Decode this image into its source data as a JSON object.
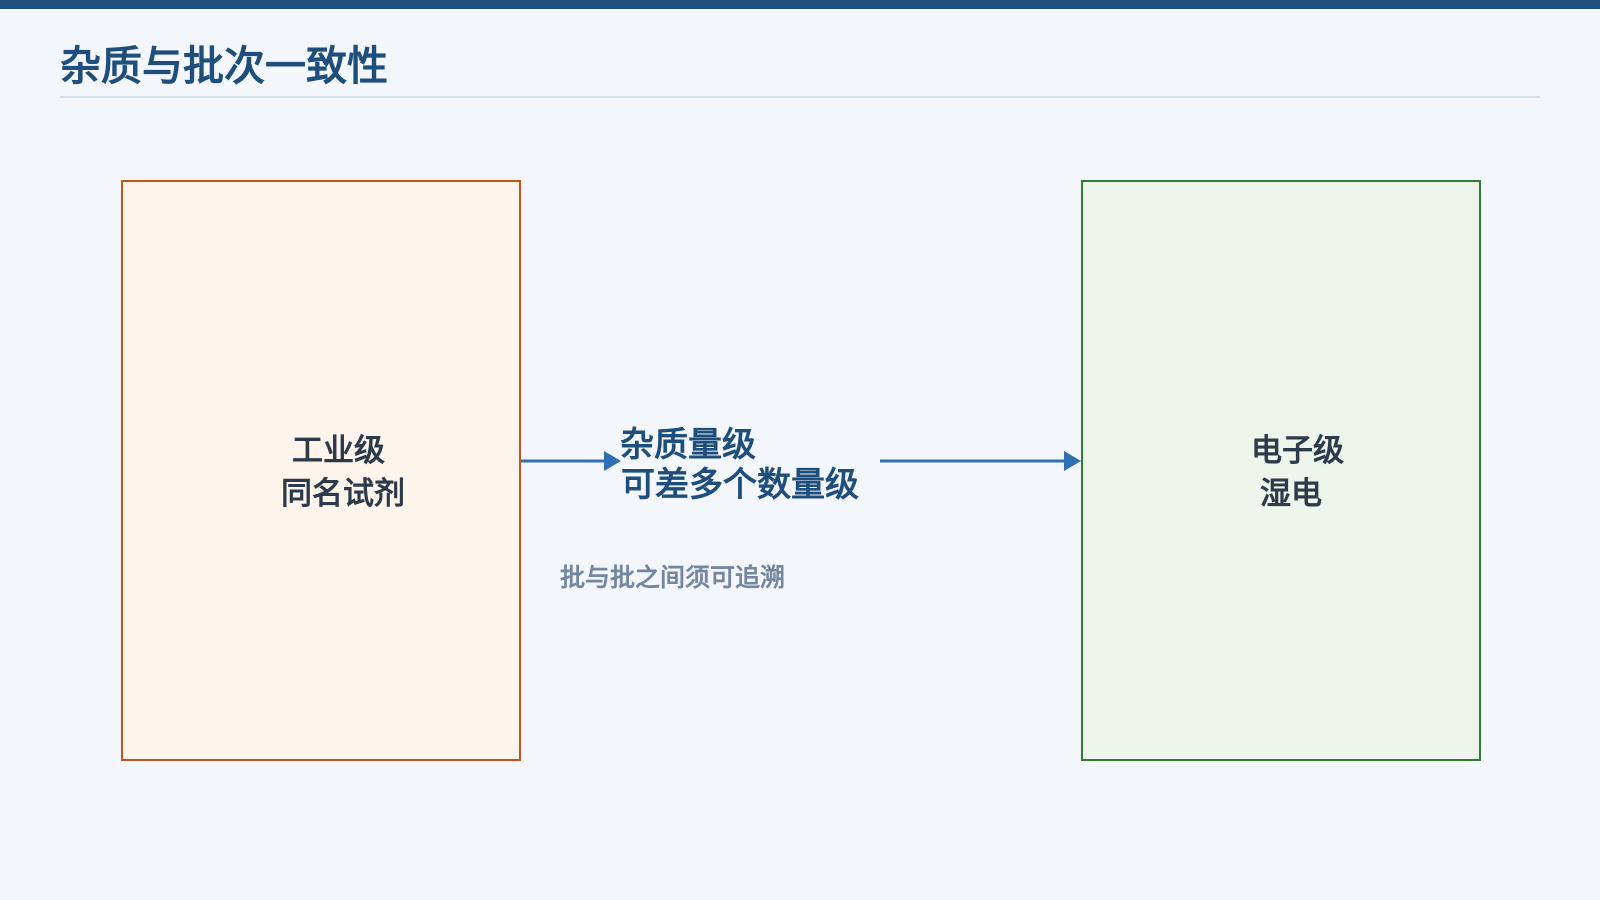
{
  "title": "杂质与批次一致性",
  "colors": {
    "top_bar": "#1f4e7c",
    "title": "#1f4e7c",
    "arrow": "#2f6eb3",
    "left_box_border": "#c0561e",
    "left_box_fill": "#fdf4ec",
    "right_box_border": "#2e7d32",
    "right_box_fill": "#eef6ec"
  },
  "left_box": {
    "line1": "工业级",
    "line2": "同名试剂"
  },
  "right_box": {
    "line1": "电子级",
    "line2": "湿电"
  },
  "connector": {
    "line1": "杂质量级",
    "line2": "可差多个数量级"
  },
  "note": "批与批之间须可追溯"
}
